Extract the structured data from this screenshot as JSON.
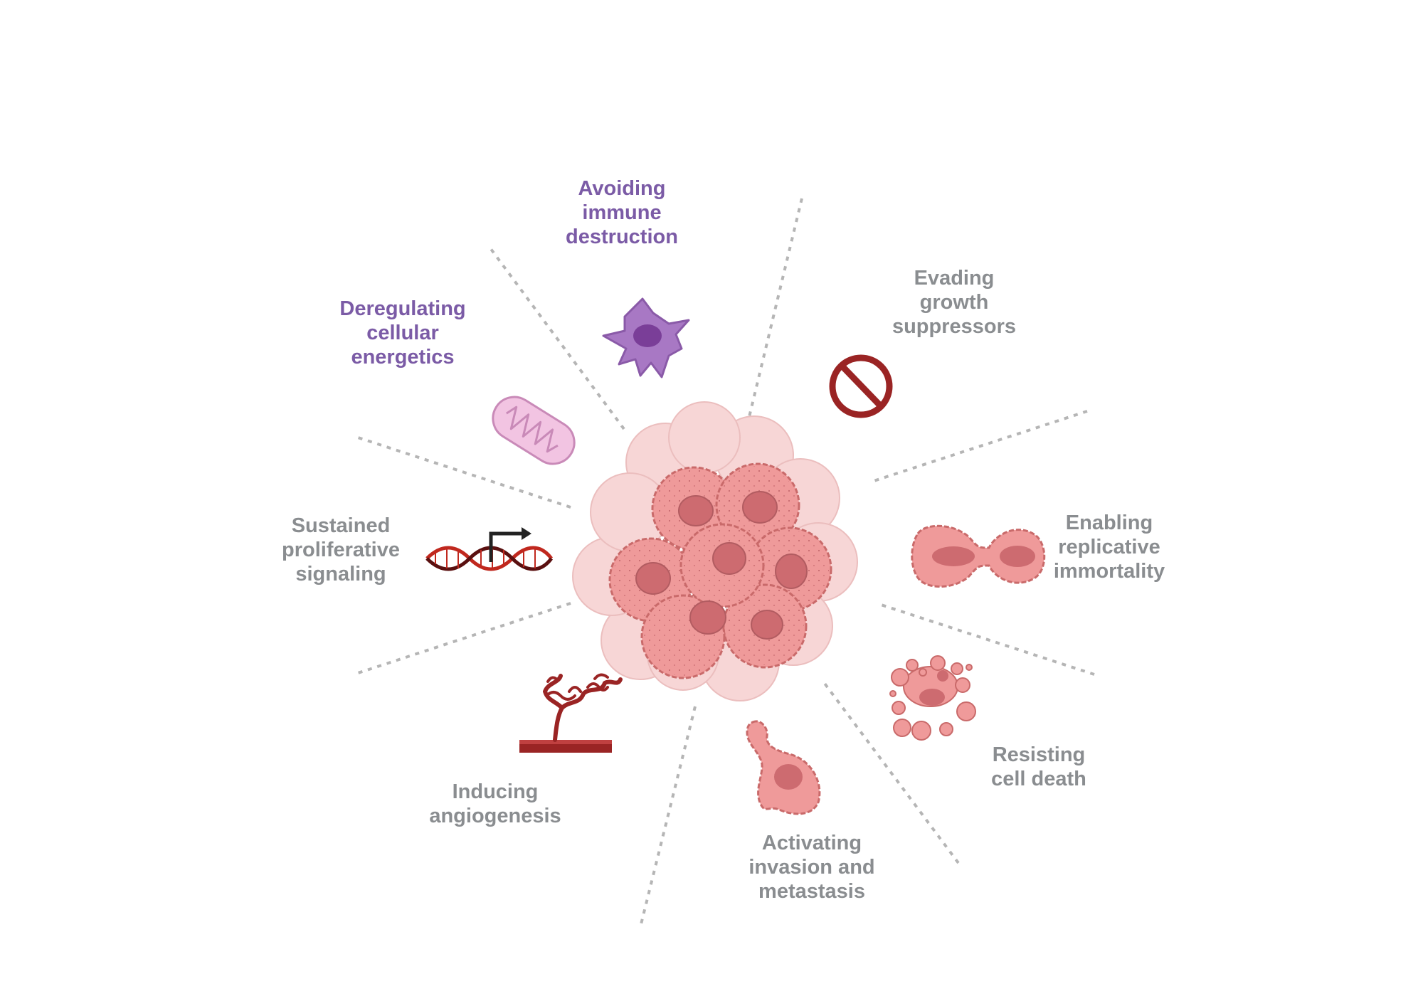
{
  "colors": {
    "gray_text": "#8a8d90",
    "purple_text": "#7b5ba6",
    "divider": "#b5b5b5",
    "cell_fill": "#ef9a9a",
    "cell_stroke": "#c96a6a",
    "nucleus": "#cd6b70",
    "dark_red": "#9a2424"
  },
  "hallmarks": [
    {
      "id": "avoiding-immune-destruction",
      "label": "Avoiding\nimmune\ndestruction",
      "icon": "immune-cell-icon",
      "color": "purple"
    },
    {
      "id": "evading-growth-suppressors",
      "label": "Evading\ngrowth\nsuppressors",
      "icon": "prohibited-icon",
      "color": "gray"
    },
    {
      "id": "enabling-replicative-immortality",
      "label": "Enabling\nreplicative\nimmortality",
      "icon": "dividing-cell-icon",
      "color": "gray"
    },
    {
      "id": "resisting-cell-death",
      "label": "Resisting\ncell death",
      "icon": "apoptotic-cell-icon",
      "color": "gray"
    },
    {
      "id": "activating-invasion-and-metastasis",
      "label": "Activating\ninvasion and\nmetastasis",
      "icon": "migrating-cell-icon",
      "color": "gray"
    },
    {
      "id": "inducing-angiogenesis",
      "label": "Inducing\nangiogenesis",
      "icon": "blood-vessel-icon",
      "color": "gray"
    },
    {
      "id": "sustained-proliferative-signaling",
      "label": "Sustained\nproliferative\nsignaling",
      "icon": "dna-promoter-icon",
      "color": "gray"
    },
    {
      "id": "deregulating-cellular-energetics",
      "label": "Deregulating\ncellular\nenergetics",
      "icon": "mitochondrion-icon",
      "color": "purple"
    }
  ]
}
